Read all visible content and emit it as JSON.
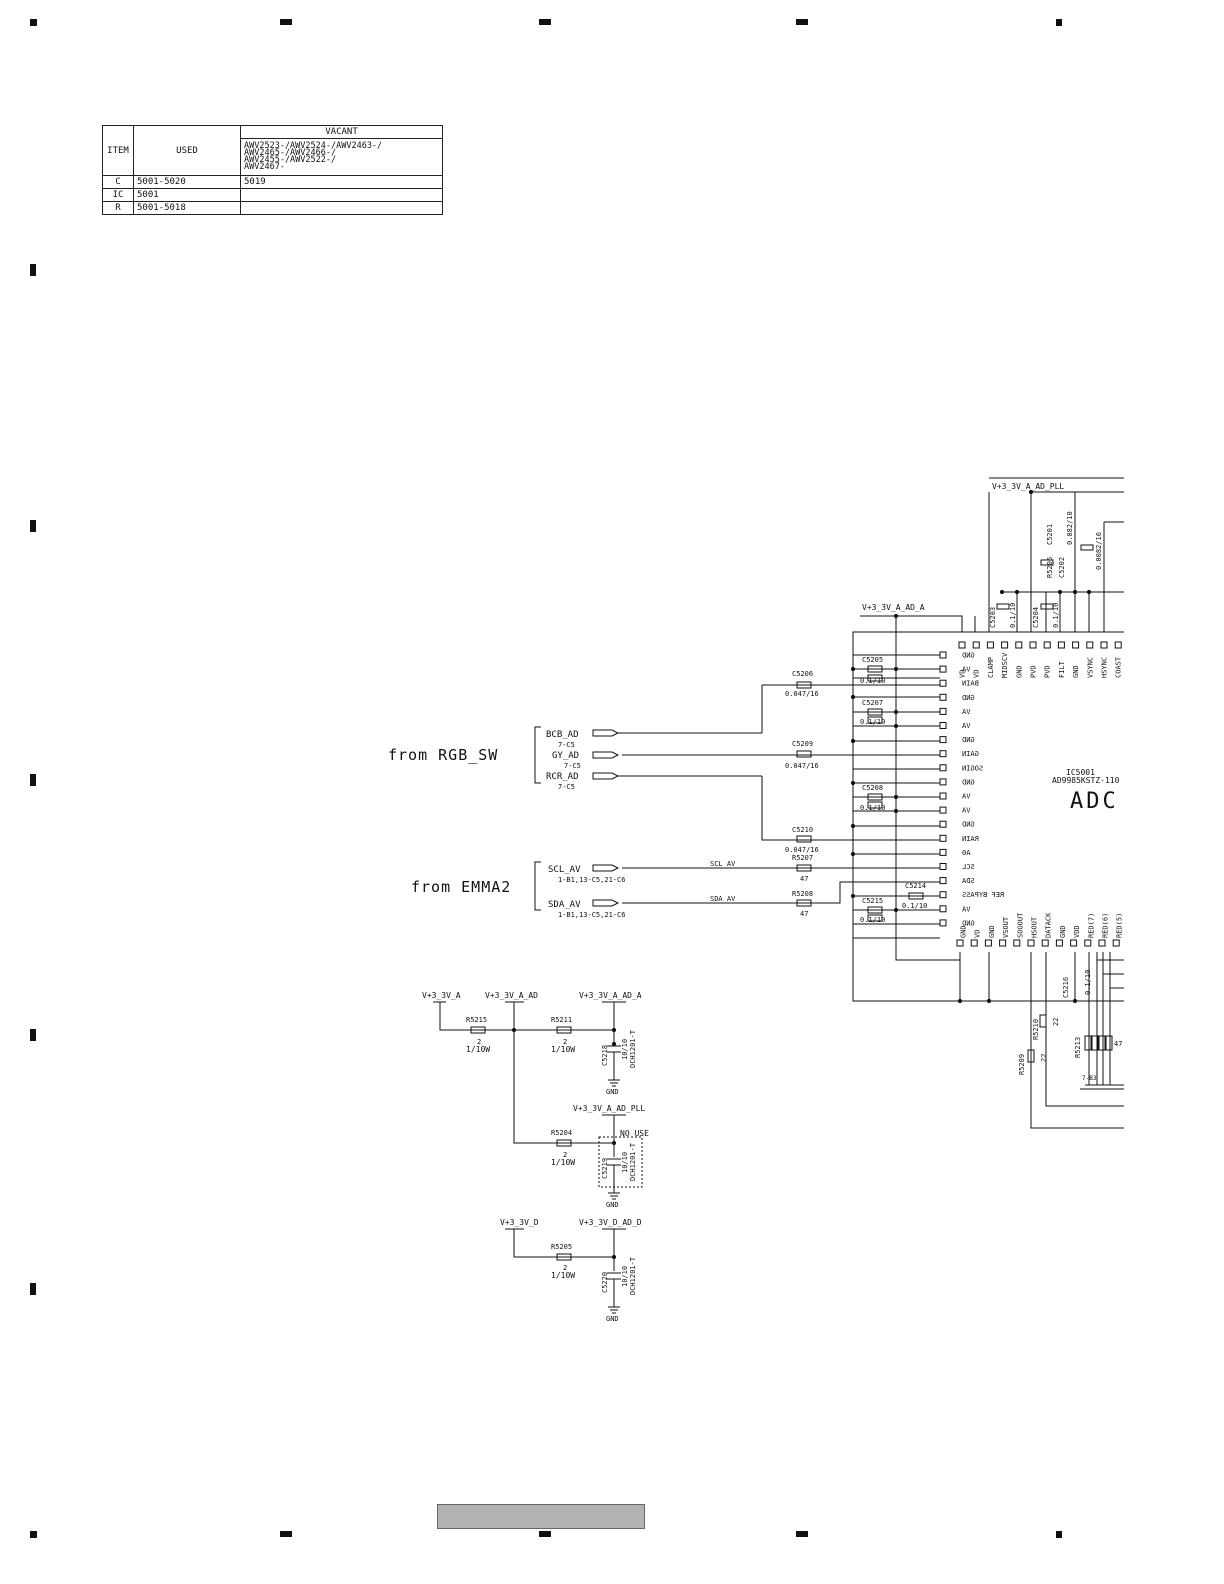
{
  "vacant_table": {
    "headers": {
      "item": "ITEM",
      "used": "USED",
      "vacant": "VACANT"
    },
    "models": [
      "AWV2523-/AWV2524-/AWV2463-/",
      "AWV2465-/AWV2466-/",
      "AWV2455-/AWV2522-/",
      "AWV2467-"
    ],
    "rows": [
      {
        "item": "C",
        "used": "5001-5020",
        "vacant": "5019"
      },
      {
        "item": "IC",
        "used": "5001",
        "vacant": ""
      },
      {
        "item": "R",
        "used": "5001-5018",
        "vacant": ""
      }
    ]
  },
  "signal_groups": {
    "rgb_title": "from RGB_SW",
    "emma_title": "from EMMA2",
    "bcb": "BCB_AD",
    "bcb_ref": "7-C5",
    "gy": "GY_AD",
    "gy_ref": "7-C5",
    "rcr": "RCR_AD",
    "rcr_ref": "7-C5",
    "scl": "SCL_AV",
    "scl_ref": "1-B1,13-C5,21-C6",
    "sda": "SDA_AV",
    "sda_ref": "1-B1,13-C5,21-C6",
    "scl_net": "SCL_AV",
    "sda_net": "SDA_AV"
  },
  "ic": {
    "ref": "IC5001",
    "part": "AD9985KSTZ-110",
    "name": "ADC",
    "left_pins": [
      "GND",
      "VA",
      "BAIN",
      "GND",
      "VA",
      "VA",
      "GND",
      "GAIN",
      "SOGIN",
      "GND",
      "VA",
      "VA",
      "GND",
      "RAIN",
      "A0",
      "SCL",
      "SDA",
      "REF BYPASS",
      "VA",
      "GND"
    ],
    "top_pins": [
      "VD",
      "VD",
      "CLAMP",
      "MIDSCV",
      "GND",
      "PVD",
      "PVD",
      "FILT",
      "GND",
      "VSYNC",
      "HSYNC",
      "COAST"
    ],
    "bottom_pins": [
      "GND",
      "VD",
      "GND",
      "VSOUT",
      "SOGOUT",
      "HSOUT",
      "DATACK",
      "GND",
      "VDD",
      "RED(7)",
      "RED(6)",
      "RED(5)"
    ]
  },
  "nets": {
    "a": "V+3_3V_A",
    "a_ad": "V+3_3V_A_AD",
    "a_ad_a": "V+3_3V_A_AD_A",
    "a_ad_pll": "V+3_3V_A_AD_PLL",
    "d": "V+3_3V_D",
    "d_ad_d": "V+3_3V_D_AD_D",
    "gnd": "GND",
    "no_use": "NO USE"
  },
  "components": {
    "c5206": "C5206",
    "c5206_v": "0.047/16",
    "c5205": "C5205",
    "c5205_v": "0.1/10",
    "c5207": "C5207",
    "c5207_v": "0.1/10",
    "c5209": "C5209",
    "c5209_v": "0.047/16",
    "c5208": "C5208",
    "c5208_v": "0.1/10",
    "c5210": "C5210",
    "c5210_v": "0.047/16",
    "c5214": "C5214",
    "c5214_v": "0.1/10",
    "c5215": "C5215",
    "c5215_v": "0.1/10",
    "c5203": "C5203",
    "c5203_v": "0.1/10",
    "c5204": "C5204",
    "c5204_v": "0.1/10",
    "c5201": "C5201",
    "c5201_v": "0.082/10",
    "c5202": "C5202",
    "c5202_v": "0.0082/16",
    "r5206": "R5206",
    "r5207": "R5207",
    "r5207_v": "47",
    "r5208": "R5208",
    "r5208_v": "47",
    "r5215": "R5215",
    "r5215_v": "2",
    "r5215_w": "1/10W",
    "r5211": "R5211",
    "r5211_v": "2",
    "r5211_w": "1/10W",
    "r5204": "R5204",
    "r5204_v": "2",
    "r5204_w": "1/10W",
    "r5205": "R5205",
    "r5205_v": "2",
    "r5205_w": "1/10W",
    "c5218": "C5218",
    "c5218_v": "10/10",
    "c5218_p": "DCH1201-T",
    "c5219": "C5219",
    "c5219_v": "10/10",
    "c5219_p": "DCH1201-T",
    "c5220": "C5220",
    "c5220_v": "10/10",
    "c5220_p": "DCH1201-T",
    "r5210": "R5210",
    "r5210_v": "22",
    "r5209": "R5209",
    "r5209_v": "22",
    "r5213": "R5213",
    "r5213_v": "47",
    "c5216": "C5216",
    "c5216_v": "0.1/10",
    "bus_ref": "7-B3"
  },
  "colors": {
    "line": "#111111",
    "grid": "#333333",
    "footer_bar": "#b3b3b3"
  }
}
